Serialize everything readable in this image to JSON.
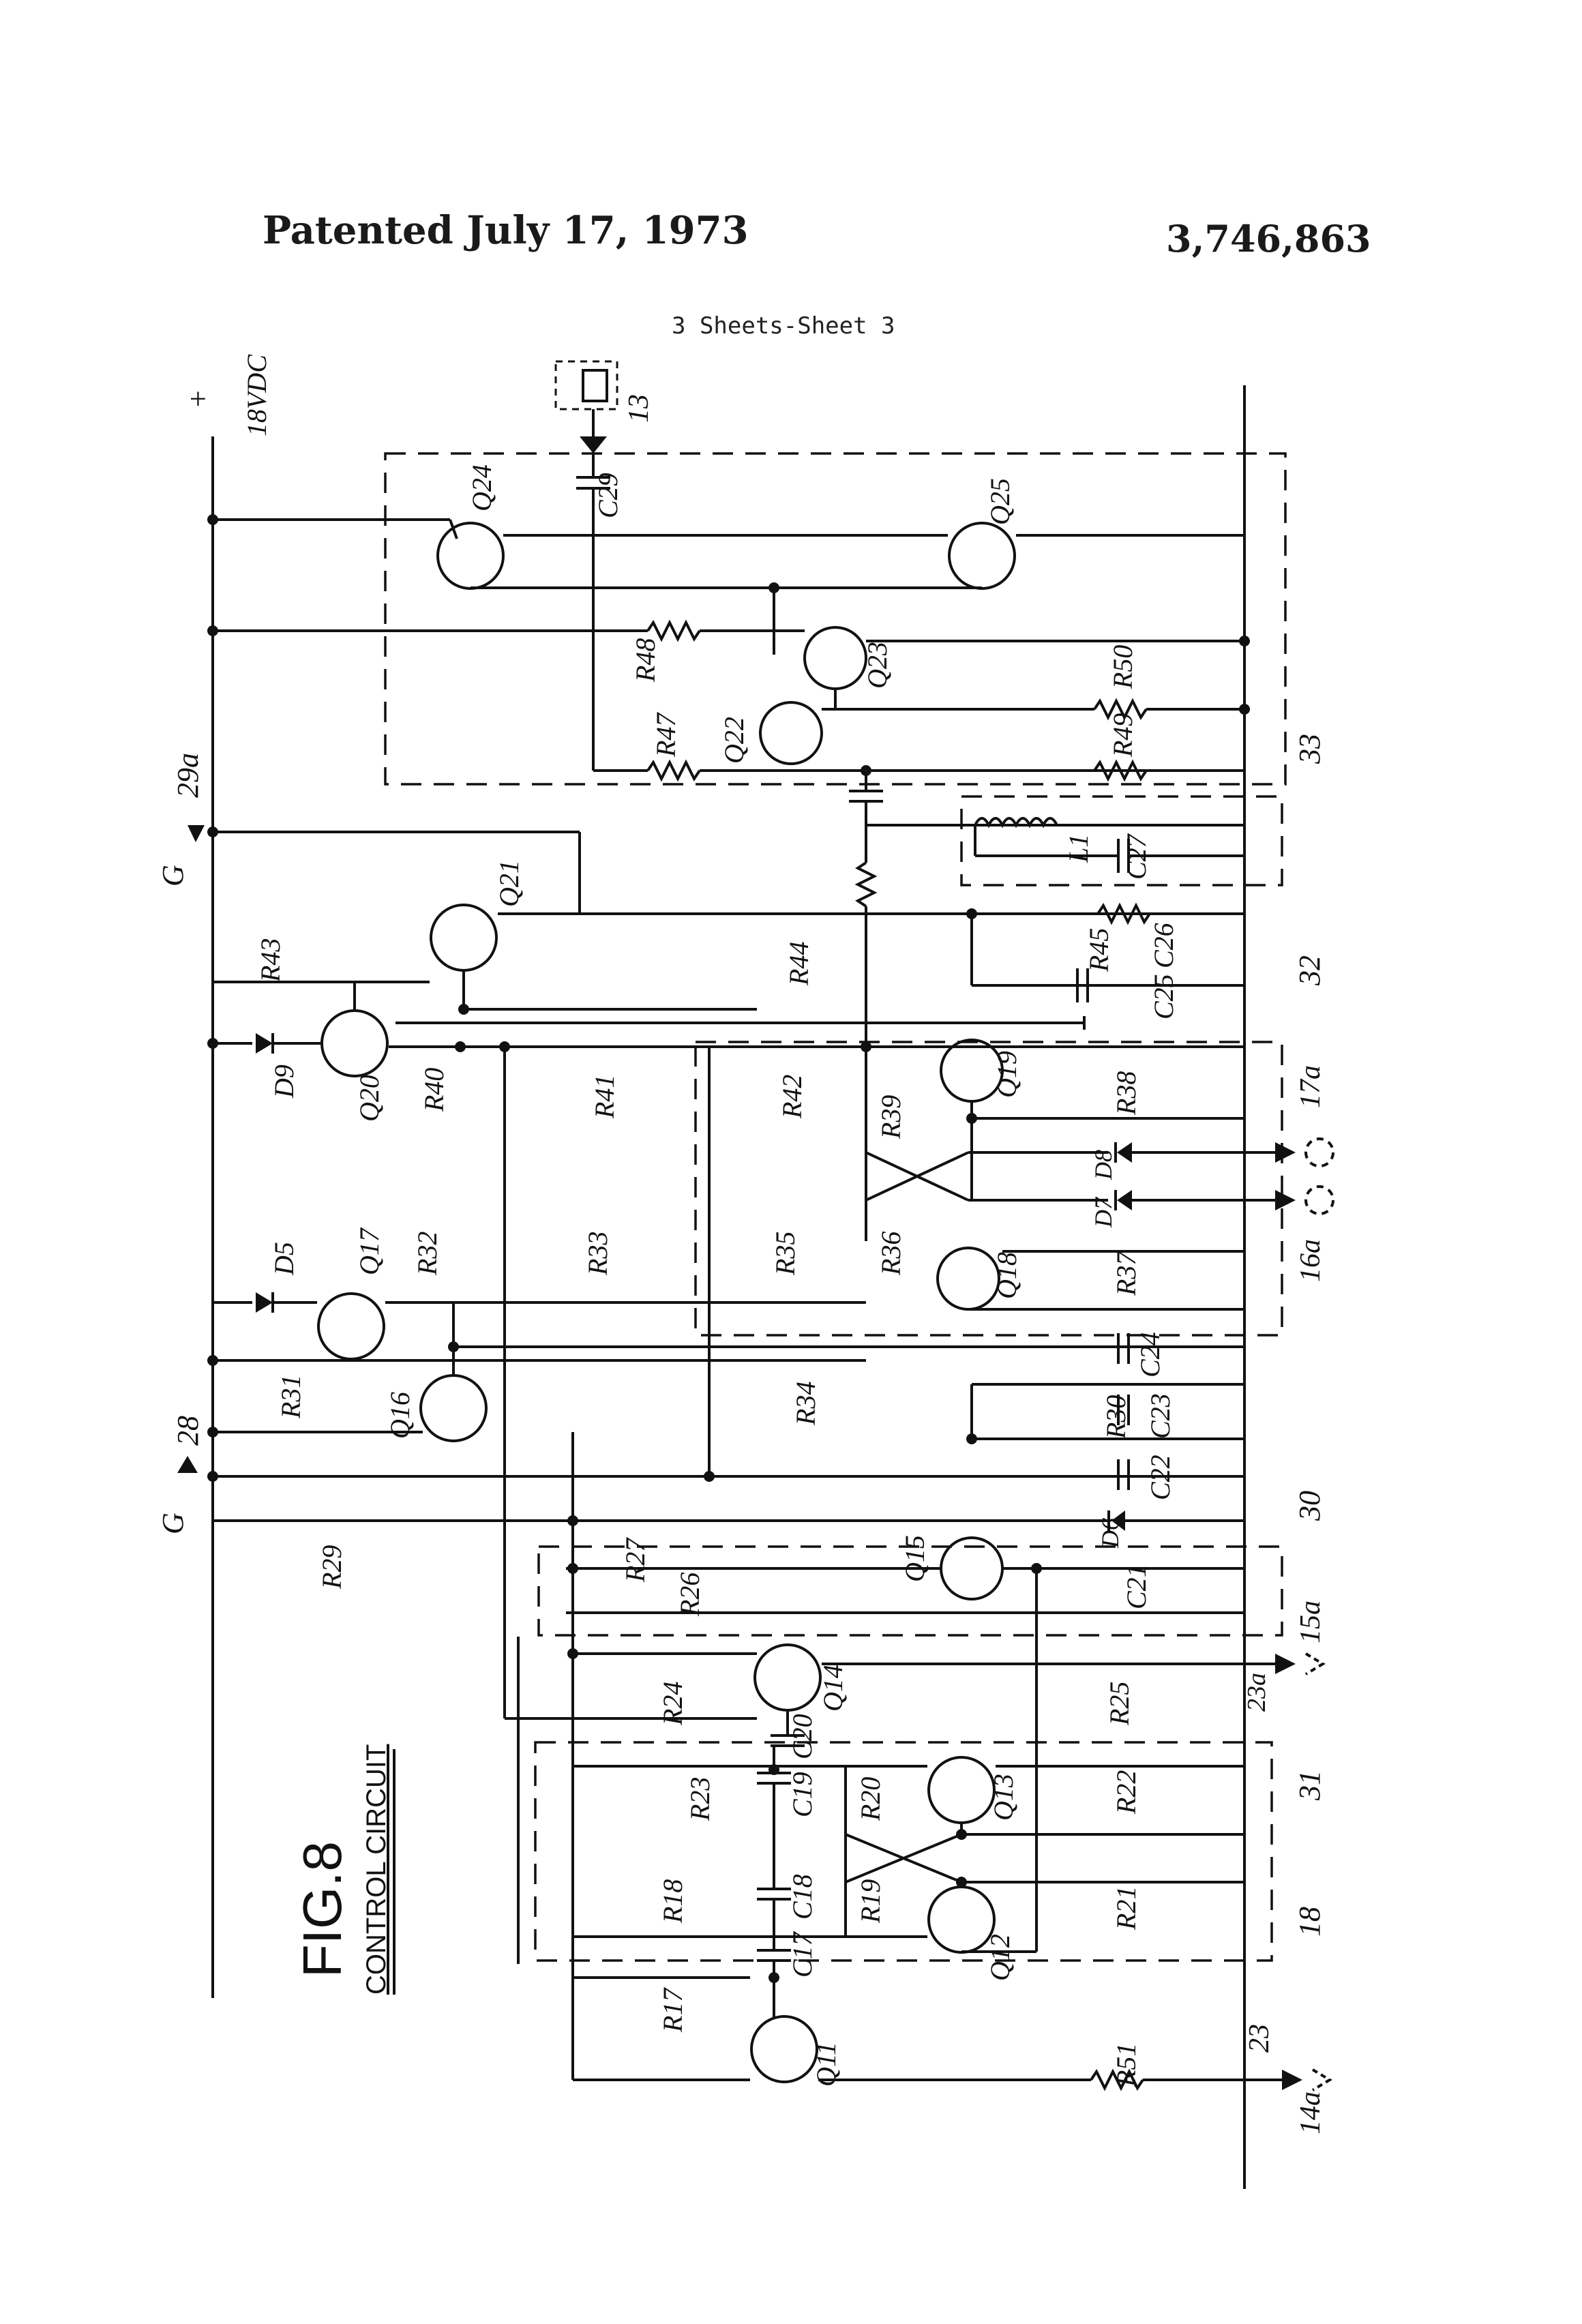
{
  "header": {
    "patent_date": "Patented July 17, 1973",
    "patent_number": "3,746,863",
    "sheet": "3 Sheets-Sheet 3"
  },
  "figure": {
    "label": "FIG.8",
    "caption": "CONTROL CIRCUIT"
  },
  "rail_labels": {
    "supply": "18VDC",
    "supply_plus": "+",
    "ground_top": "G",
    "ground_top_ref": "29a",
    "ground_bottom": "G",
    "ground_bottom_ref": "28"
  },
  "block_labels": {
    "output_block": "33",
    "timer_block": "32",
    "block_30": "30",
    "block_31": "31",
    "block_18": "18",
    "relay": "13"
  },
  "terminal_labels": [
    "17a",
    "16a",
    "15a",
    "23a",
    "23",
    "14a"
  ],
  "transistors": [
    "Q11",
    "Q12",
    "Q13",
    "Q14",
    "Q15",
    "Q16",
    "Q17",
    "Q18",
    "Q19",
    "Q20",
    "Q21",
    "Q22",
    "Q23",
    "Q24",
    "Q25"
  ],
  "resistors": [
    "R17",
    "R18",
    "R19",
    "R20",
    "R21",
    "R22",
    "R23",
    "R24",
    "R25",
    "R26",
    "R27",
    "R29",
    "R30",
    "R31",
    "R32",
    "R33",
    "R34",
    "R35",
    "R36",
    "R37",
    "R38",
    "R39",
    "R40",
    "R41",
    "R42",
    "R43",
    "R44",
    "R45",
    "R47",
    "R48",
    "R49",
    "R50",
    "R51"
  ],
  "capacitors": [
    "C17",
    "C18",
    "C19",
    "C20",
    "C21",
    "C22",
    "C23",
    "C24",
    "C25",
    "C26",
    "C27",
    "C29"
  ],
  "diodes": [
    "D5",
    "D6",
    "D7",
    "D8",
    "D9"
  ],
  "inductors": [
    "L1"
  ]
}
